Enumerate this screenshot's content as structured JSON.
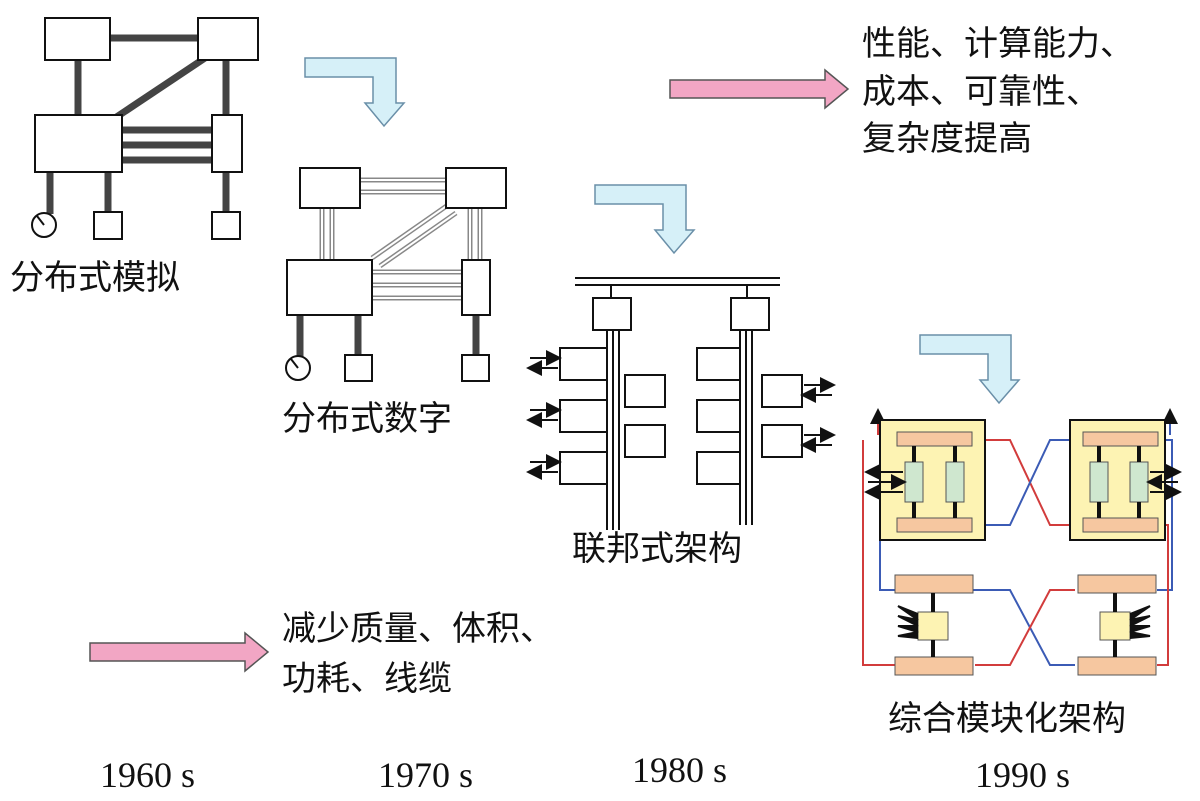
{
  "labels": {
    "distributed_analog": "分布式模拟",
    "distributed_digital": "分布式数字",
    "federated": "联邦式架构",
    "integrated_modular": "综合模块化架构"
  },
  "notes": {
    "top_right": [
      "性能、计算能力、",
      "成本、可靠性、",
      "复杂度提高"
    ],
    "bottom_left": [
      "减少质量、体积、",
      "功耗、线缆"
    ]
  },
  "decades": [
    "1960 s",
    "1970 s",
    "1980 s",
    "1990 s"
  ],
  "colors": {
    "pink_arrow": "#f2a6c4",
    "blue_arrow": "#d6f0f8",
    "module_yellow": "#fdf3b3",
    "module_orange": "#f6c7a0",
    "module_green": "#cfe7cf",
    "bus_red": "#d23c3c",
    "bus_blue": "#3b5bb5"
  }
}
